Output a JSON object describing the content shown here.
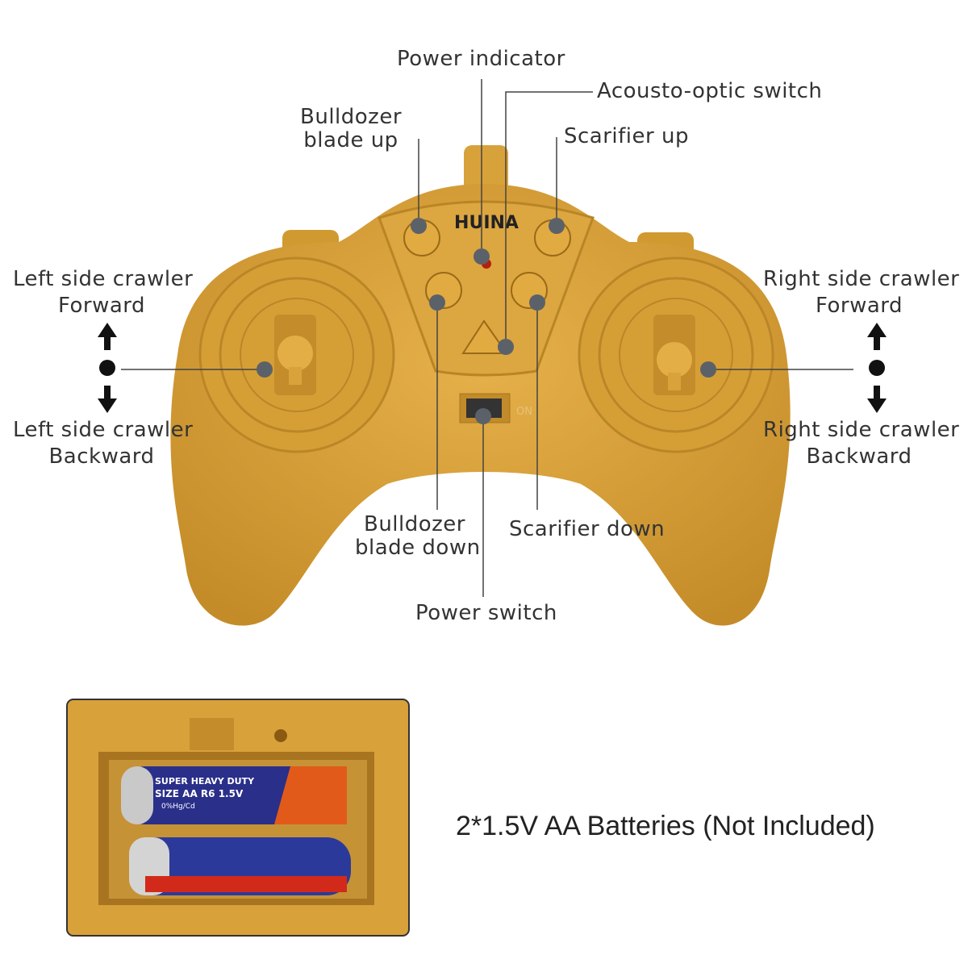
{
  "labels": {
    "power_indicator": "Power indicator",
    "acousto_optic_switch": "Acousto-optic switch",
    "bulldozer_blade_up_1": "Bulldozer",
    "bulldozer_blade_up_2": "blade up",
    "scarifier_up": "Scarifier up",
    "left_forward_1": "Left side crawler",
    "left_forward_2": "Forward",
    "left_backward_1": "Left side crawler",
    "left_backward_2": "Backward",
    "right_forward_1": "Right side crawler",
    "right_forward_2": "Forward",
    "right_backward_1": "Right side crawler",
    "right_backward_2": "Backward",
    "bulldozer_blade_down_1": "Bulldozer",
    "bulldozer_blade_down_2": "blade down",
    "scarifier_down": "Scarifier down",
    "power_switch": "Power switch"
  },
  "controller": {
    "brand_logo": "HUINA",
    "switch_on": "ON"
  },
  "battery": {
    "caption": "2*1.5V AA Batteries (Not Included)",
    "print_1": "SUPER HEAVY DUTY",
    "print_2": "SIZE  AA R6   1.5V",
    "print_3": "0%Hg/Cd"
  },
  "colors": {
    "body": "#d9a33a",
    "pointer": "#5b6169",
    "line": "#444444"
  }
}
